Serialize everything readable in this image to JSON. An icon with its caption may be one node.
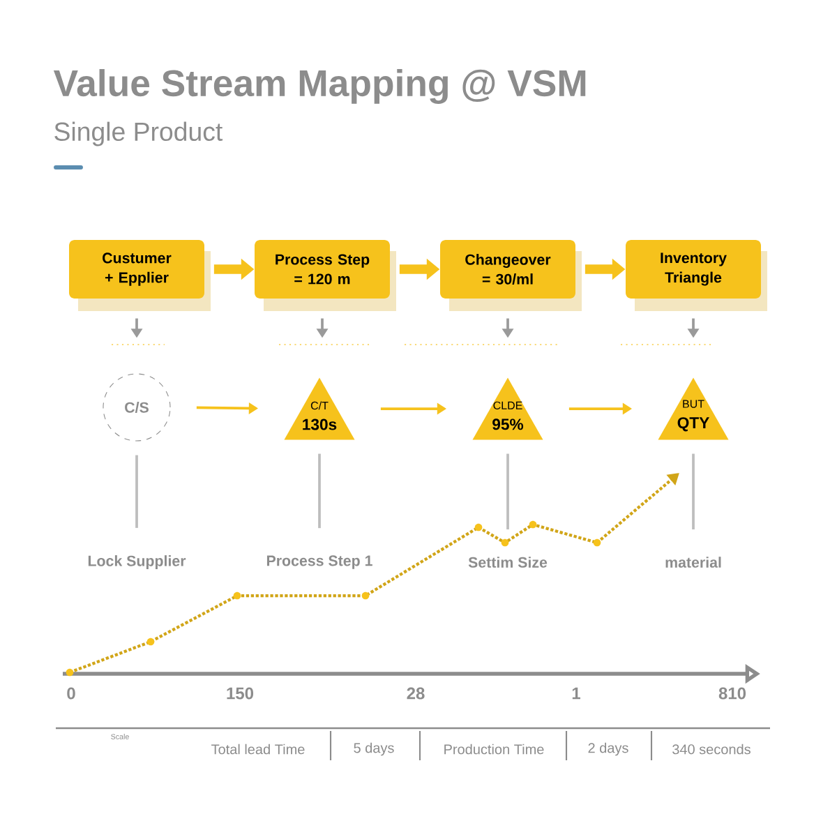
{
  "diagram": {
    "title": "Value Stream Mapping @ VSM",
    "nodes": [
      {
        "text": [
          "Custumer + Epplier"
        ]
      },
      {
        "text": [
          "Process Step = 120 m"
        ]
      },
      {
        "text": [
          "Changeover = 30/ml"
        ]
      },
      {
        "text": [
          "Inventory Triangle"
        ]
      },
      {
        "text": [
          "C/S"
        ]
      },
      {
        "text": [
          "C/T",
          "130s"
        ]
      },
      {
        "text": [
          "CLDE",
          "95%"
        ]
      },
      {
        "text": [
          "BUT",
          "QTY"
        ]
      },
      {
        "text": [
          "Lock Supplier"
        ]
      },
      {
        "text": [
          "Process Step 1"
        ]
      },
      {
        "text": [
          "Settim Size"
        ]
      },
      {
        "text": [
          "material"
        ]
      }
    ],
    "edges": [
      {
        "from": 0,
        "to": 1,
        "arrow": "to",
        "style": "thick",
        "color": "#f6c21c"
      },
      {
        "from": 1,
        "to": 2,
        "arrow": "to",
        "style": "thick",
        "color": "#f6c21c"
      },
      {
        "from": 2,
        "to": 3,
        "arrow": "to",
        "style": "thick",
        "color": "#f6c21c"
      },
      {
        "from": 0,
        "to": null,
        "arrow": "to",
        "color": "#9a9a9a"
      },
      {
        "from": 1,
        "to": null,
        "arrow": "to",
        "color": "#9a9a9a"
      },
      {
        "from": 2,
        "to": null,
        "arrow": "to",
        "color": "#9a9a9a"
      },
      {
        "from": 3,
        "to": null,
        "arrow": "to",
        "color": "#9a9a9a"
      },
      {
        "from": 4,
        "to": 5,
        "arrow": "to",
        "color": "#f6c21c"
      },
      {
        "from": 5,
        "to": 6,
        "arrow": "to",
        "color": "#f6c21c"
      },
      {
        "from": 6,
        "to": 7,
        "arrow": "to",
        "color": "#f6c21c"
      },
      {
        "from": 4,
        "to": 8,
        "arrow": "none",
        "color": "#bdbdbd"
      },
      {
        "from": 5,
        "to": 9,
        "arrow": "none",
        "color": "#bdbdbd"
      },
      {
        "from": 6,
        "to": 10,
        "arrow": "none",
        "color": "#bdbdbd"
      },
      {
        "from": 7,
        "to": 11,
        "arrow": "none",
        "color": "#bdbdbd"
      }
    ],
    "labels": [
      "Single Product",
      "0",
      "150",
      "28",
      "1",
      "810",
      "Scale",
      "Total lead Time",
      "5 days",
      "Production Time",
      "2 days",
      "340 seconds"
    ]
  }
}
